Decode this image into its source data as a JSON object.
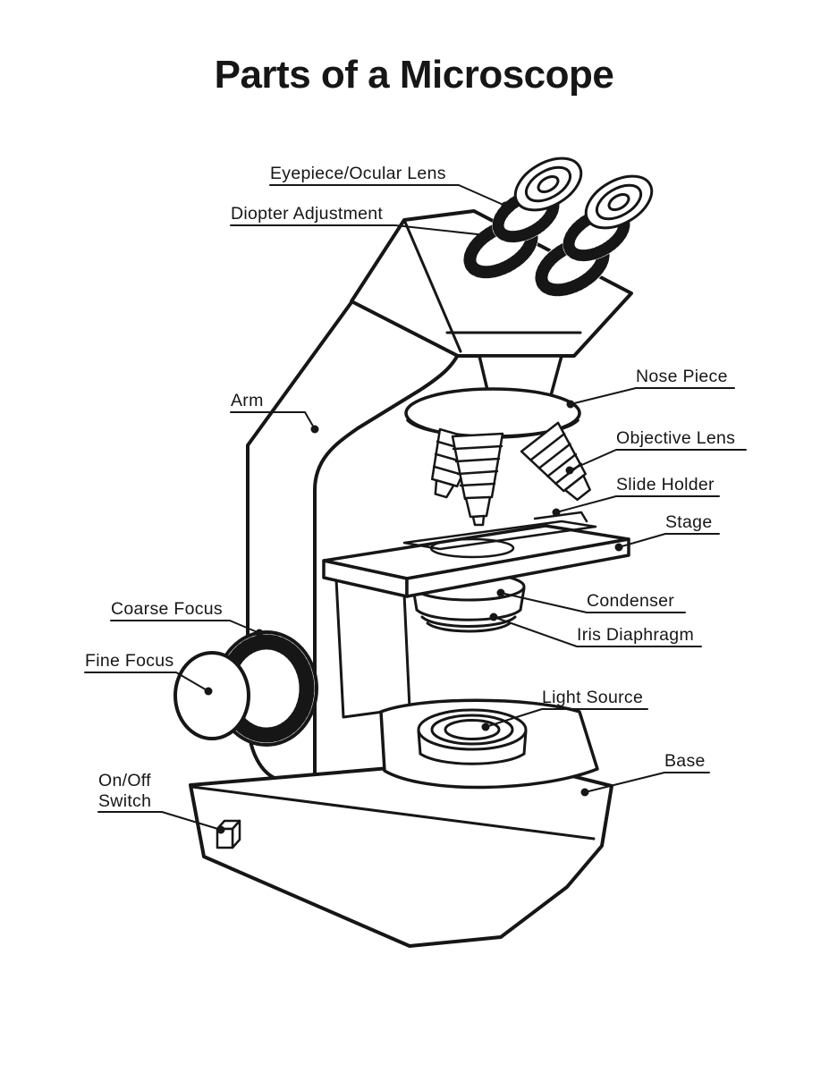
{
  "title": "Parts of a Microscope",
  "labels": {
    "eyepiece": "Eyepiece/Ocular Lens",
    "diopter": "Diopter Adjustment",
    "nosepiece": "Nose Piece",
    "arm": "Arm",
    "objective": "Objective Lens",
    "slide_holder": "Slide Holder",
    "stage": "Stage",
    "coarse_focus": "Coarse Focus",
    "condenser": "Condenser",
    "iris": "Iris Diaphragm",
    "fine_focus": "Fine Focus",
    "light_source": "Light Source",
    "base": "Base",
    "onoff_line1": "On/Off",
    "onoff_line2": "Switch"
  },
  "colors": {
    "ink": "#161616",
    "background": "#ffffff"
  }
}
